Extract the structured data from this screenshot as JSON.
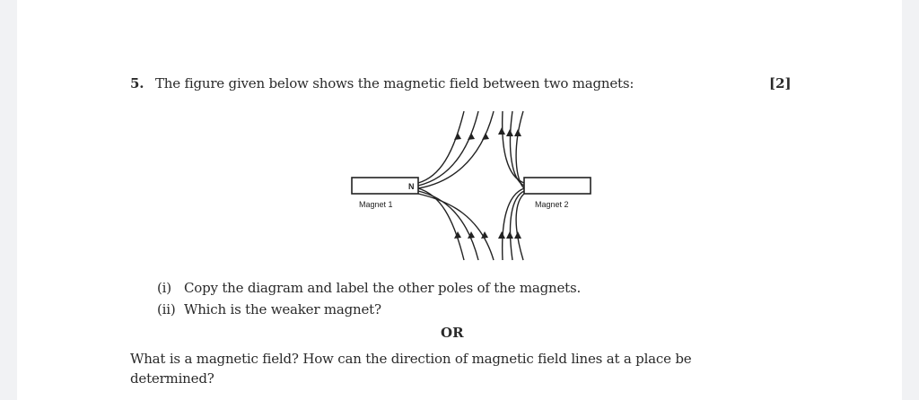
{
  "question": {
    "number": "5.",
    "text": "The figure given below shows the magnetic field between two magnets:",
    "marks": "[2]"
  },
  "figure": {
    "magnet_1": {
      "label": "Magnet 1",
      "pole_label": "N"
    },
    "magnet_2": {
      "label": "Magnet 2",
      "pole_label": ""
    },
    "field_lines": "Curved field lines emerge from the N pole of Magnet 1 and from the left end of Magnet 2, bending upward and downward away from the gap, with arrowheads pointing outward"
  },
  "sub_questions": [
    {
      "num": "(i)",
      "text": "Copy the diagram and label the other poles of the magnets."
    },
    {
      "num": "(ii)",
      "text": "Which is the weaker magnet?"
    }
  ],
  "separator": "OR",
  "alternative": {
    "text": "What is a magnetic field? How can the direction of magnetic field lines at a place be determined?"
  }
}
